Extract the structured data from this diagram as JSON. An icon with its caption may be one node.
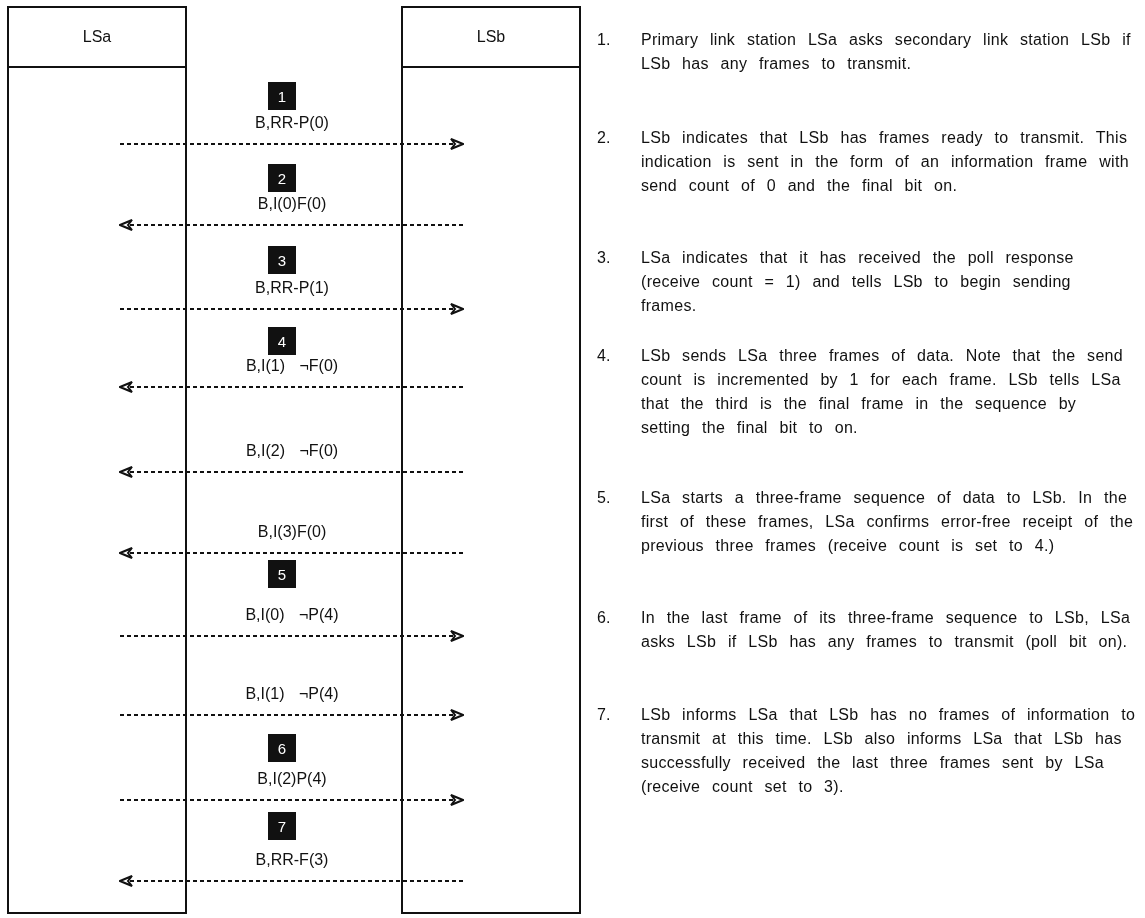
{
  "diagram": {
    "nodes": [
      {
        "text": [
          "LSa"
        ]
      },
      {
        "text": [],
        "shape": "box"
      },
      {
        "text": [
          "LSb"
        ]
      },
      {
        "text": [],
        "shape": "box"
      }
    ],
    "edges": [
      {
        "from": 1,
        "to": 3,
        "arrow": "to",
        "label": "B,RR-P(0)",
        "style": "dashed"
      },
      {
        "from": 3,
        "to": 1,
        "arrow": "to",
        "label": "B,I(0)F(0)",
        "style": "dashed"
      },
      {
        "from": 1,
        "to": 3,
        "arrow": "to",
        "label": "B,RR-P(1)",
        "style": "dashed"
      },
      {
        "from": 3,
        "to": 1,
        "arrow": "to",
        "label": "B,I(1) ¬F(0)",
        "style": "dashed"
      },
      {
        "from": 3,
        "to": 1,
        "arrow": "to",
        "label": "B,I(2) ¬F(0)",
        "style": "dashed"
      },
      {
        "from": 3,
        "to": 1,
        "arrow": "to",
        "label": "B,I(3)F(0)",
        "style": "dashed"
      },
      {
        "from": 1,
        "to": 3,
        "arrow": "to",
        "label": "B,I(0) ¬P(4)",
        "style": "dashed"
      },
      {
        "from": 1,
        "to": 3,
        "arrow": "to",
        "label": "B,I(1) ¬P(4)",
        "style": "dashed"
      },
      {
        "from": 1,
        "to": 3,
        "arrow": "to",
        "label": "B,I(2)P(4)",
        "style": "dashed"
      },
      {
        "from": 3,
        "to": 1,
        "arrow": "to",
        "label": "B,RR-F(3)",
        "style": "dashed"
      }
    ],
    "labels": [
      "1",
      "2",
      "3",
      "4",
      "5",
      "6",
      "7",
      "1.",
      "Primary link station LSa asks secondary link station LSb if LSb has any frames to transmit.",
      "2.",
      "LSb indicates that LSb has frames ready to transmit. This indication is sent in the form of an information frame with send count of 0 and the final bit on.",
      "3.",
      "LSa indicates that it has received the poll response (receive count = 1) and tells LSb to begin sending frames.",
      "4.",
      "LSb sends LSa three frames of data. Note that the send count is incremented by 1 for each frame. LSb tells LSa that the third is the final frame in the sequence by setting the final bit to on.",
      "5.",
      "LSa starts a three-frame sequence of data to LSb. In the first of these frames, LSa confirms error-free receipt of the previous three frames (receive count is set to 4.)",
      "6.",
      "In the last frame of its three-frame sequence to LSb, LSa asks LSb if LSb has any frames to transmit (poll bit on).",
      "7.",
      "LSb informs LSa that LSb has no frames of information to transmit at this time. LSb also informs LSa that LSb has successfully received the last three frames sent by LSa (receive count set to 3)."
    ]
  }
}
